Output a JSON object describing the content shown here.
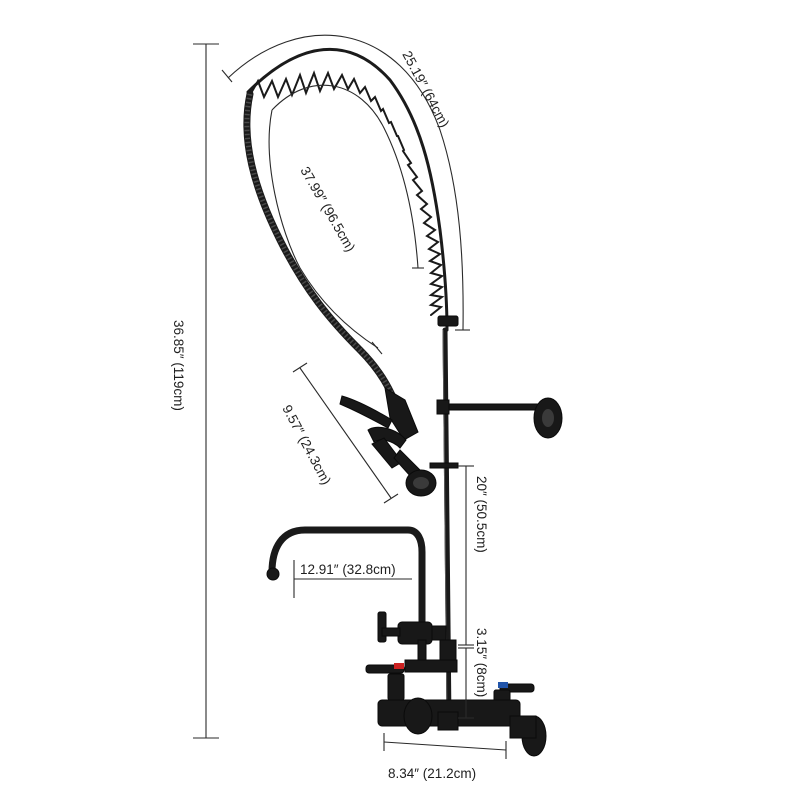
{
  "dimensions": {
    "total_height": "36.85″ (119cm)",
    "spring_length": "25.19″ (64cm)",
    "hose_length": "37.99″ (96.5cm)",
    "sprayer_length": "9.57″ (24.3cm)",
    "riser_height": "20″ (50.5cm)",
    "spout_reach": "12.91″ (32.8cm)",
    "base_riser_height": "3.15″ (8cm)",
    "center_width": "8.34″ (21.2cm)"
  },
  "colors": {
    "faucet": "#181818",
    "dimension_lines": "#2a2a2a",
    "background": "#ffffff"
  }
}
